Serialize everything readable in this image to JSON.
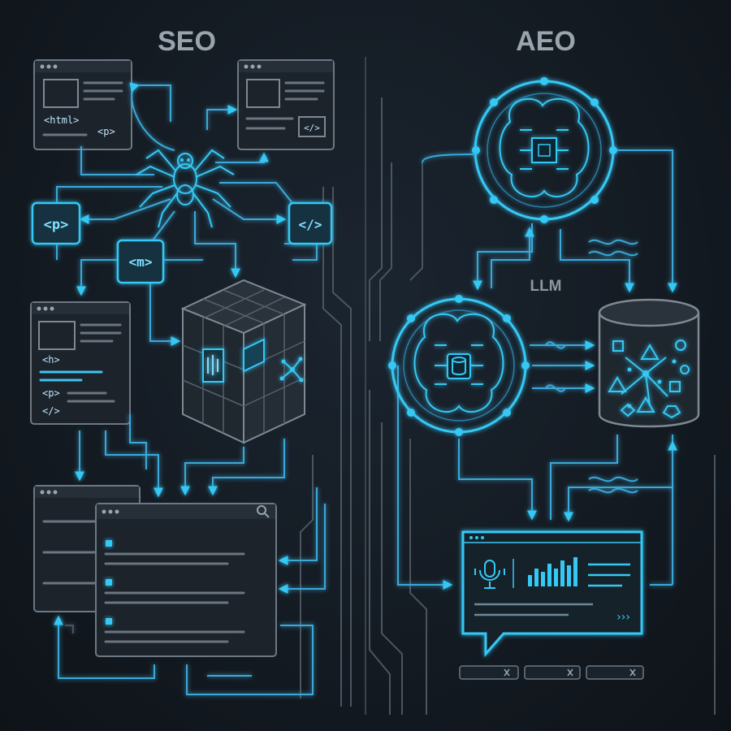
{
  "seo": {
    "title": "SEO",
    "doc1_code": [
      "<html>",
      "<p>"
    ],
    "doc2_code": "</>",
    "tag_p": "<p>",
    "tag_m": "<m>",
    "tag_close": "</>",
    "doc3_code": [
      "<h>",
      "<p>",
      "</>"
    ]
  },
  "aeo": {
    "title": "AEO",
    "llm_label": "LLM",
    "chevrons": "›››"
  },
  "icons": [
    "spider-icon",
    "brain-chip-icon",
    "database-icon",
    "microphone-icon",
    "bar-chart-icon",
    "search-icon",
    "close-icon",
    "code-icon",
    "network-icon"
  ],
  "colors": {
    "accent": "#36c8f5",
    "background": "#141b22",
    "muted": "#6b7682"
  }
}
